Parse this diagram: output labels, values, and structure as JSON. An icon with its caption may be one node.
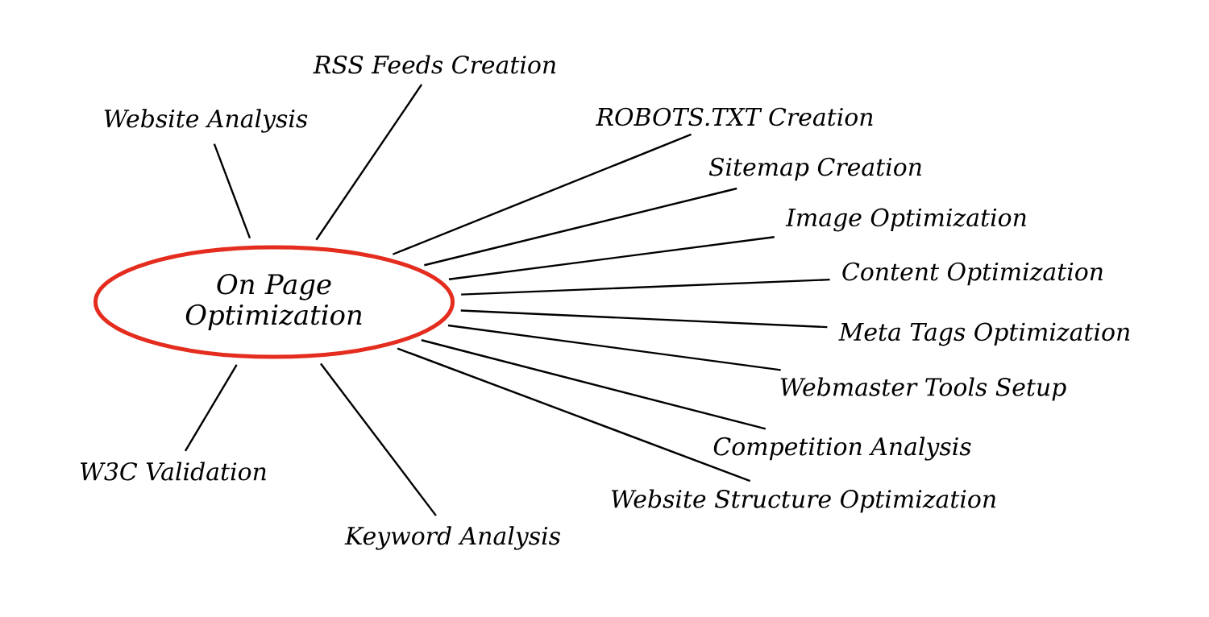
{
  "diagram": {
    "nodes": [
      {
        "text": [
          "On Page Optimization"
        ]
      },
      {
        "text": [
          "Website Analysis"
        ]
      },
      {
        "text": [
          "RSS Feeds Creation"
        ]
      },
      {
        "text": [
          "ROBOTS.TXT Creation"
        ]
      },
      {
        "text": [
          "Sitemap Creation"
        ]
      },
      {
        "text": [
          "Image Optimization"
        ]
      },
      {
        "text": [
          "Content Optimization"
        ]
      },
      {
        "text": [
          "Meta Tags Optimization"
        ]
      },
      {
        "text": [
          "Webmaster Tools Setup"
        ]
      },
      {
        "text": [
          "Competition Analysis"
        ]
      },
      {
        "text": [
          "Website Structure Optimization"
        ]
      },
      {
        "text": [
          "Keyword Analysis"
        ]
      },
      {
        "text": [
          "W3C Validation"
        ]
      }
    ],
    "edges": [
      {
        "from": 0,
        "to": 1,
        "arrow": "none"
      },
      {
        "from": 0,
        "to": 2,
        "arrow": "none"
      },
      {
        "from": 0,
        "to": 3,
        "arrow": "none"
      },
      {
        "from": 0,
        "to": 4,
        "arrow": "none"
      },
      {
        "from": 0,
        "to": 5,
        "arrow": "none"
      },
      {
        "from": 0,
        "to": 6,
        "arrow": "none"
      },
      {
        "from": 0,
        "to": 7,
        "arrow": "none"
      },
      {
        "from": 0,
        "to": 8,
        "arrow": "none"
      },
      {
        "from": 0,
        "to": 9,
        "arrow": "none"
      },
      {
        "from": 0,
        "to": 10,
        "arrow": "none"
      },
      {
        "from": 0,
        "to": 11,
        "arrow": "none"
      },
      {
        "from": 0,
        "to": 12,
        "arrow": "none"
      }
    ]
  }
}
